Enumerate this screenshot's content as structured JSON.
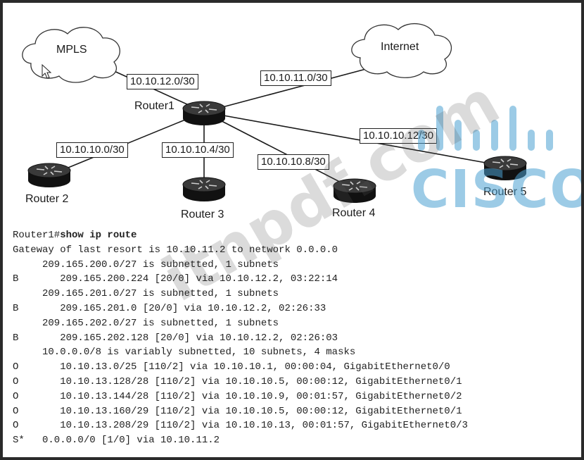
{
  "clouds": [
    {
      "id": "mpls",
      "label": "MPLS"
    },
    {
      "id": "internet",
      "label": "Internet"
    }
  ],
  "routers": [
    {
      "id": "r1",
      "label": "Router1"
    },
    {
      "id": "r2",
      "label": "Router 2"
    },
    {
      "id": "r3",
      "label": "Router 3"
    },
    {
      "id": "r4",
      "label": "Router 4"
    },
    {
      "id": "r5",
      "label": "Router 5"
    }
  ],
  "subnets": [
    {
      "id": "to-mpls",
      "label": "10.10.12.0/30"
    },
    {
      "id": "to-internet",
      "label": "10.10.11.0/30"
    },
    {
      "id": "to-r2",
      "label": "10.10.10.0/30"
    },
    {
      "id": "to-r3",
      "label": "10.10.10.4/30"
    },
    {
      "id": "to-r4",
      "label": "10.10.10.8/30"
    },
    {
      "id": "to-r5",
      "label": "10.10.10.12/30"
    }
  ],
  "terminal": {
    "prompt": "Router1#",
    "command": "show ip route",
    "lines": [
      "Gateway of last resort is 10.10.11.2 to network 0.0.0.0",
      "     209.165.200.0/27 is subnetted, 1 subnets",
      "B       209.165.200.224 [20/0] via 10.10.12.2, 03:22:14",
      "     209.165.201.0/27 is subnetted, 1 subnets",
      "B       209.165.201.0 [20/0] via 10.10.12.2, 02:26:33",
      "     209.165.202.0/27 is subnetted, 1 subnets",
      "B       209.165.202.128 [20/0] via 10.10.12.2, 02:26:03",
      "     10.0.0.0/8 is variably subnetted, 10 subnets, 4 masks",
      "O       10.10.13.0/25 [110/2] via 10.10.10.1, 00:00:04, GigabitEthernet0/0",
      "O       10.10.13.128/28 [110/2] via 10.10.10.5, 00:00:12, GigabitEthernet0/1",
      "O       10.10.13.144/28 [110/2] via 10.10.10.9, 00:01:57, GigabitEthernet0/2",
      "O       10.10.13.160/29 [110/2] via 10.10.10.5, 00:00:12, GigabitEthernet0/1",
      "O       10.10.13.208/29 [110/2] via 10.10.10.13, 00:01:57, GigabitEthernet0/3",
      "S*   0.0.0.0/0 [1/0] via 10.10.11.2"
    ]
  },
  "watermark": {
    "text": "itnpdf.com",
    "brand": "CISCO",
    "brand_color": "#4aa0d2"
  }
}
